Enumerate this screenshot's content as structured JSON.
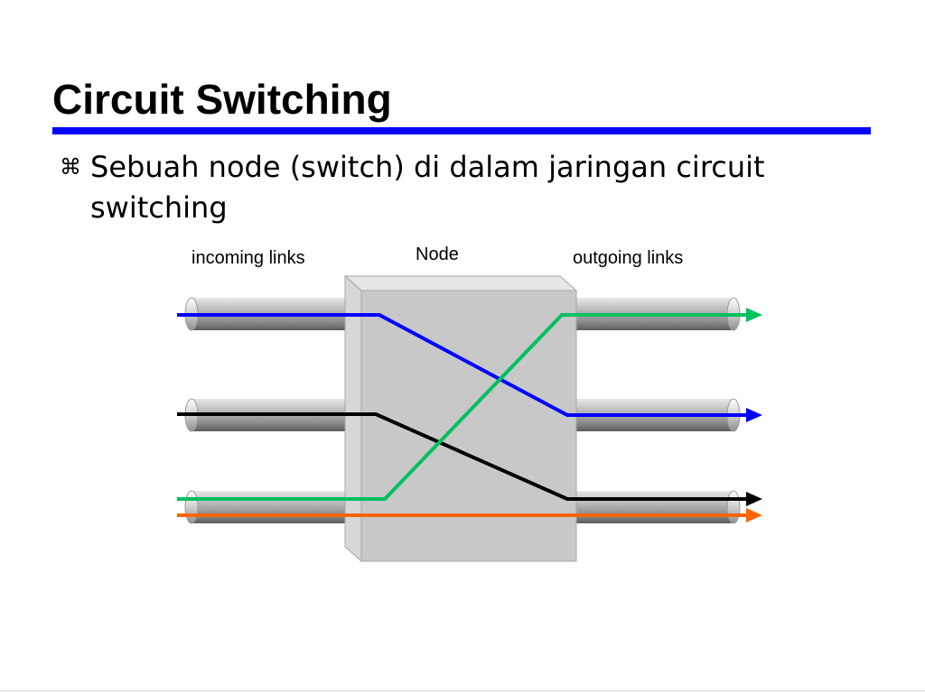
{
  "slide": {
    "title": "Circuit Switching",
    "bullet": {
      "icon": "z-bullet-icon",
      "text": "Sebuah node (switch) di dalam jaringan circuit switching"
    }
  },
  "diagram": {
    "labels": {
      "incoming": "incoming links",
      "node": "Node",
      "outgoing": "outgoing links"
    },
    "paths": [
      {
        "name": "blue-path",
        "color": "#0000ff",
        "from_input": 1,
        "to_output": 2
      },
      {
        "name": "black-path",
        "color": "#000000",
        "from_input": 2,
        "to_output": 3
      },
      {
        "name": "green-path",
        "color": "#00c060",
        "from_input": 3,
        "to_output": 1
      },
      {
        "name": "orange-path",
        "color": "#ff6600",
        "from_input": 3,
        "to_output": 3,
        "bypass": true
      }
    ],
    "colors": {
      "title_rule": "#0000ff",
      "node_face": "#c8c8c8",
      "pipe": "#9a9a9a"
    }
  }
}
